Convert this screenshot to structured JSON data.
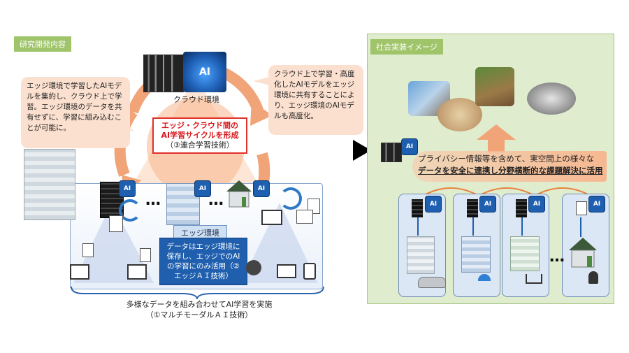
{
  "left_panel": {
    "title": "研究開発内容",
    "cloud_label": "クラウド環境",
    "callout_left": "エッジ環境で学習したAIモデルを集約し、クラウド上で学習。エッジ環境のデータを共有せずに、学習に組み込むことが可能に。",
    "callout_right": "クラウド上で学習・高度化したAIモデルをエッジ環境に共有することにより、エッジ環境のAIモデルも高度化。",
    "cycle_box": {
      "line1": "エッジ・クラウド間の",
      "line2": "AI学習サイクルを形成",
      "line3": "（③連合学習技術）"
    },
    "edge_label": "エッジ環境",
    "edge_box": "データはエッジ環境に保存し、エッジでのAIの学習にのみ活用（②エッジＡＩ技術）",
    "bottom_caption_line1": "多様なデータを組み合わせてAI学習を実施",
    "bottom_caption_line2": "（①マルチモーダルＡＩ技術）",
    "ai_badge": "AI",
    "dots": "…"
  },
  "right_panel": {
    "title": "社会実装イメージ",
    "text_line1": "プライバシー情報等を含めて、実空間上の様々な",
    "text_line2": "データを安全に連携し分野横断的な課題解決に活用",
    "ai_badge": "AI",
    "dots": "…"
  },
  "colors": {
    "left_title_bg": "#9fc46a",
    "right_panel_bg": "#e0ecce",
    "right_panel_border": "#a8c487",
    "callout_bg": "#fbe0cf",
    "arrow_orange": "#f0a478",
    "accent_red": "#d8171c",
    "ai_blue": "#1e5fb0"
  },
  "icons": [
    "cloud-datacenter-icon",
    "brain-ai-icon",
    "office-building-icon",
    "server-rack-icon",
    "document-icon",
    "desktop-computer-icon",
    "sync-arrows-icon",
    "house-icon",
    "microphone-user-icon",
    "laptop-icon",
    "tablet-icon",
    "car-icon",
    "umbrella-icon",
    "shopping-cart-icon",
    "person-icon",
    "city-map-icon",
    "disaster-terrain-icon"
  ]
}
